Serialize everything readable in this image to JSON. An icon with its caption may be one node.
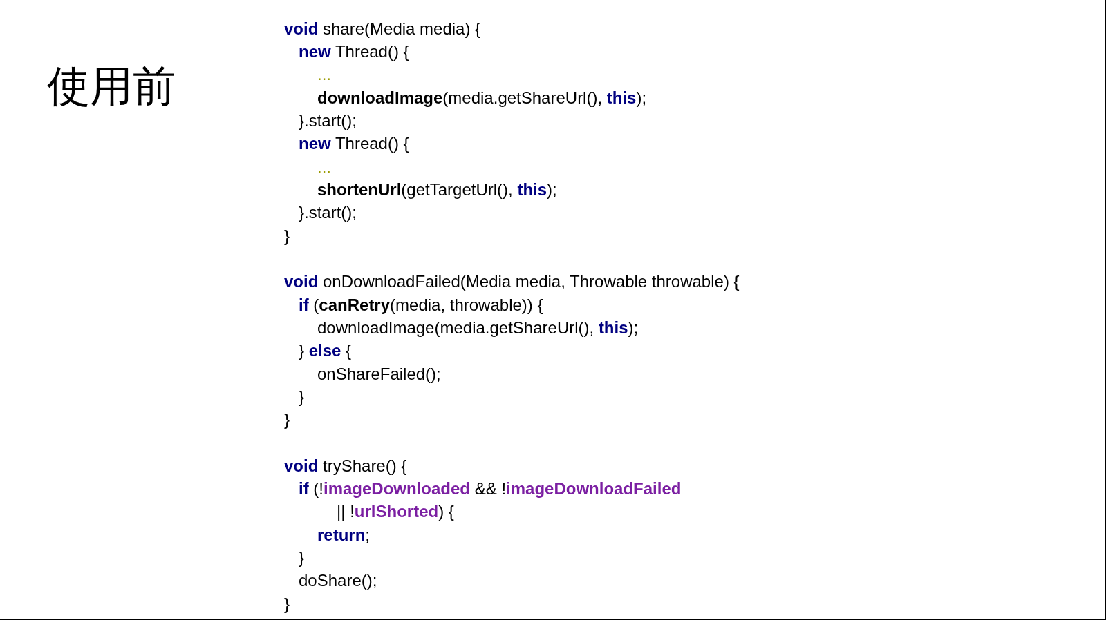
{
  "diagram": {
    "title": "使用前",
    "labels": [
      "**void** share(Media media) {",
      "**new** Thread() {",
      "...",
      "**downloadImage**(media.getShareUrl(), **this**);",
      "}.start();",
      "**new** Thread() {",
      "...",
      "**shortenUrl**(getTargetUrl(), **this**);",
      "}.start();",
      "}",
      "**void** onDownloadFailed(Media media, Throwable throwable) {",
      "**if** (**canRetry**(media, throwable)) {",
      "downloadImage(media.getShareUrl(), **this**);",
      "} **else** {",
      "onShareFailed();",
      "}",
      "}",
      "**void** tryShare() {",
      "**if** (!**imageDownloaded** && !**imageDownloadFailed**",
      "|| !**urlShorted**) {",
      "**return**;",
      "}",
      "doShare();",
      "}"
    ]
  }
}
